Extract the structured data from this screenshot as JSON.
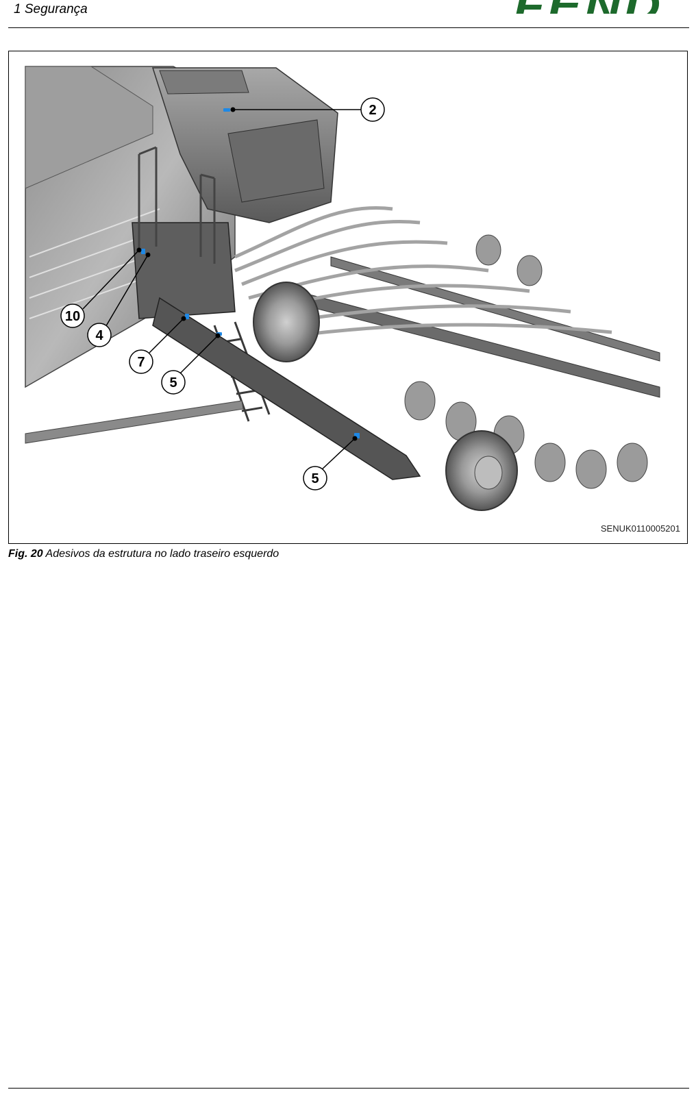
{
  "header": {
    "section_title": "1 Segurança",
    "brand": "FENDT"
  },
  "figure": {
    "code": "SENUK0110005201",
    "callouts": [
      "2",
      "10",
      "4",
      "7",
      "5",
      "5"
    ]
  },
  "caption": {
    "label": "Fig. 20",
    "text": " Adesivos da estrutura no lado traseiro esquerdo"
  }
}
